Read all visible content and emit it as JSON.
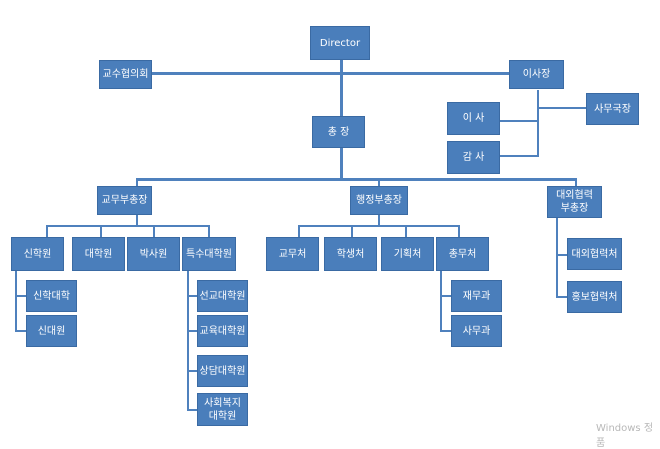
{
  "colors": {
    "box_fill": "#4a7ebb",
    "connector": "#4f81bd",
    "text": "#ffffff"
  },
  "nodes": {
    "director": "Director",
    "faculty_council": "교수협의회",
    "board_chair": "이사장",
    "directors": "이 사",
    "secretary_general": "사무국장",
    "auditors": "감 사",
    "president": "총 장",
    "vp_academic": "교무부총장",
    "vp_admin": "행정부총장",
    "vp_external": "대외협력\n부총장",
    "theology_school": "신학원",
    "graduate_school": "대학원",
    "doctoral_school": "박사원",
    "special_grad_school": "특수대학원",
    "theology_college": "신학대학",
    "divinity_school": "신대원",
    "mission_grad": "선교대학원",
    "education_grad": "교육대학원",
    "counseling_grad": "상담대학원",
    "social_welfare_grad": "사회복지\n대학원",
    "academic_affairs": "교무처",
    "student_affairs": "학생처",
    "planning_office": "기획처",
    "general_affairs": "총무처",
    "finance_section": "재무과",
    "admin_section": "사무과",
    "external_relations": "대외협력처",
    "public_relations": "홍보협력처"
  },
  "watermark": "Windows 정품"
}
